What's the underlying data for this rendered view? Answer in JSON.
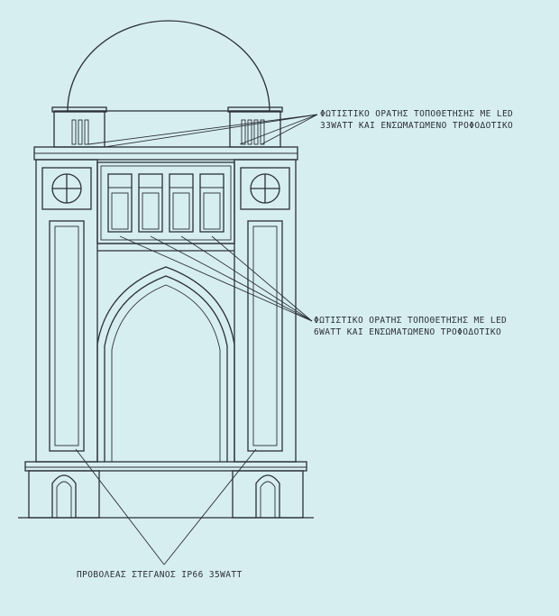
{
  "labels": {
    "top_line1": "ΦΩΤΙΣΤΙΚΟ ΟΡΑΤΗΣ ΤΟΠΟΘΕΤΗΣΗΣ ΜΕ LED",
    "top_line2": "33WATT ΚΑΙ ΕΝΣΩΜΑΤΩΜΕΝΟ ΤΡΟΦΟΔΟΤΙΚΟ",
    "mid_line1": "ΦΩΤΙΣΤΙΚΟ ΟΡΑΤΗΣ ΤΟΠΟΘΕΤΗΣΗΣ ΜΕ LED",
    "mid_line2": "6WATT ΚΑΙ ΕΝΣΩΜΑΤΩΜΕΝΟ ΤΡΟΦΟΔΟΤΙΚΟ",
    "bottom": "ΠΡΟΒΟΛΕΑΣ ΣΤΕΓΑΝΟΣ IP66 35WATT"
  },
  "colors": {
    "background": "#d7eef0",
    "line": "#2a2f3a"
  }
}
